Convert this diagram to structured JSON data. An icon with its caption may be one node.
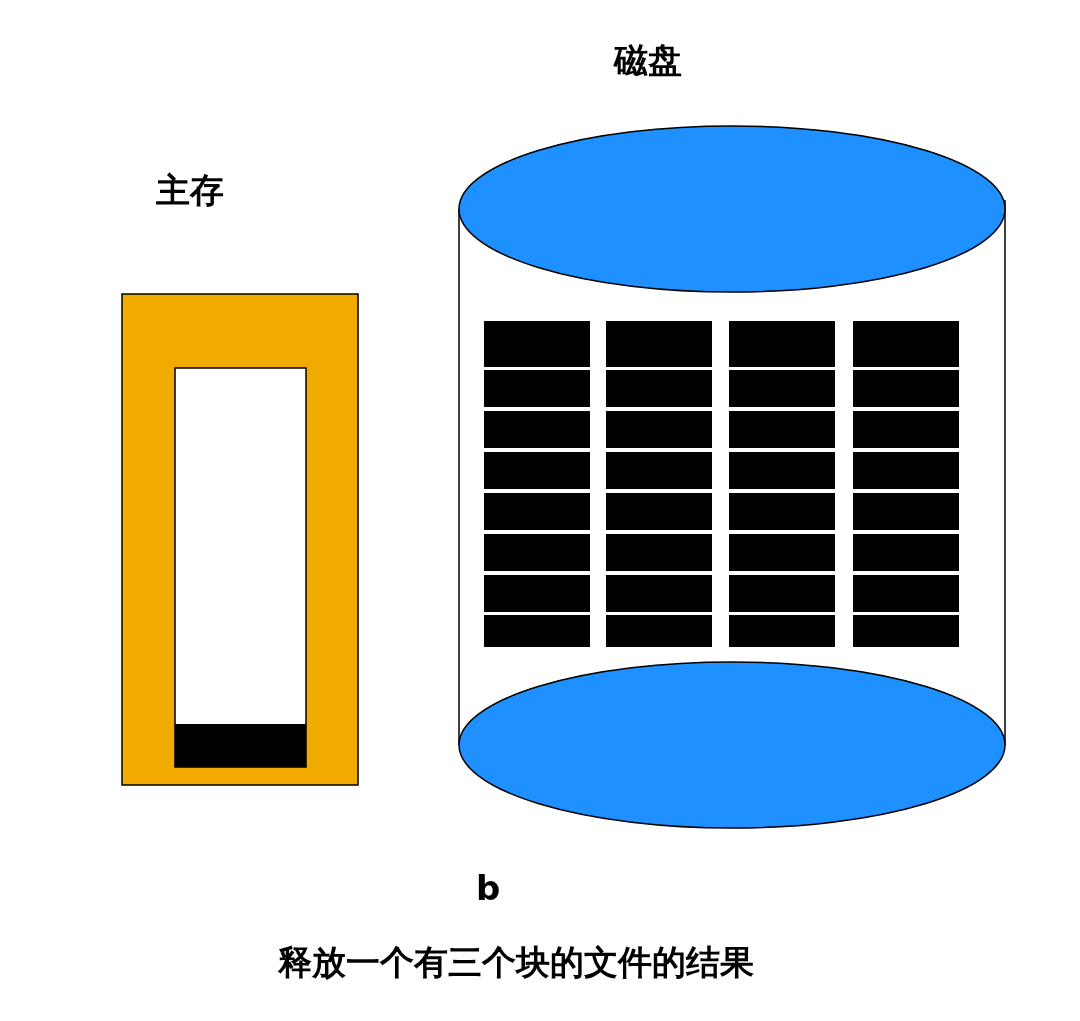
{
  "diagram": {
    "caption": "释放一个有三个块的文件的结果",
    "labels": [
      "磁盘",
      "主存",
      "b"
    ]
  }
}
